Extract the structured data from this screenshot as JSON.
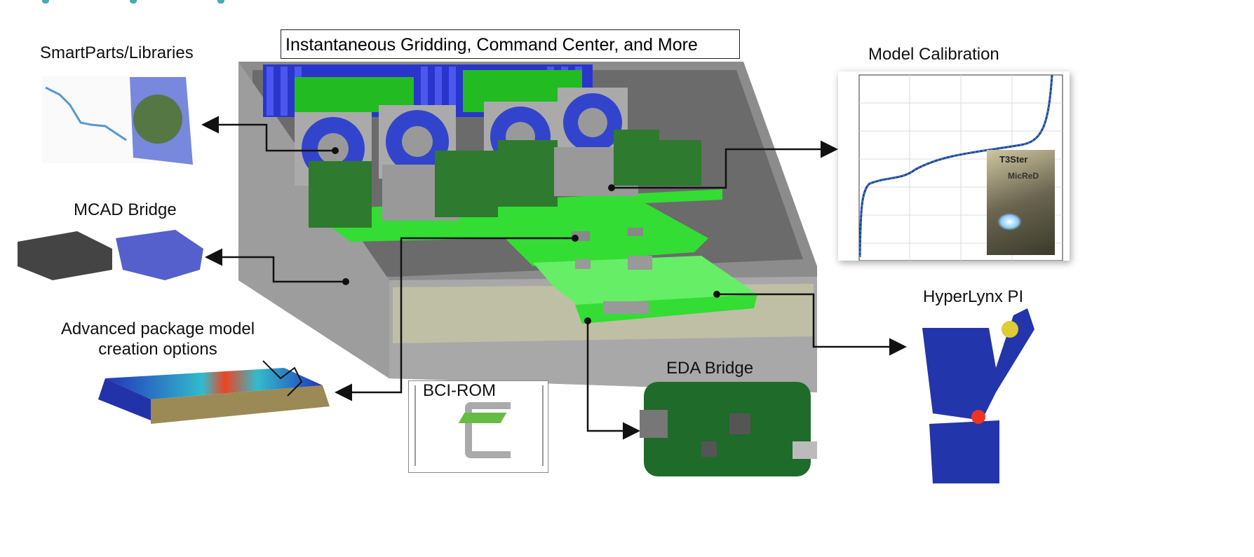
{
  "header": {
    "banner": "Instantaneous Gridding, Command Center, and More"
  },
  "features": {
    "smartparts": "SmartParts/Libraries",
    "mcad": "MCAD Bridge",
    "package_line1": "Advanced package model",
    "package_line2": "creation options",
    "bci_rom": "BCI-ROM",
    "eda": "EDA Bridge",
    "calibration": "Model Calibration",
    "hyperlynx": "HyperLynx PI"
  },
  "logos": {
    "t3ster": "T3Ster",
    "micred": "MicReD"
  },
  "colors": {
    "board_green": "#33dd33",
    "heatsink_blue": "#3344dd",
    "enclosure_gray": "#9a9a9a",
    "arrow": "#111111",
    "accent_teal": "#4aa9b8"
  }
}
